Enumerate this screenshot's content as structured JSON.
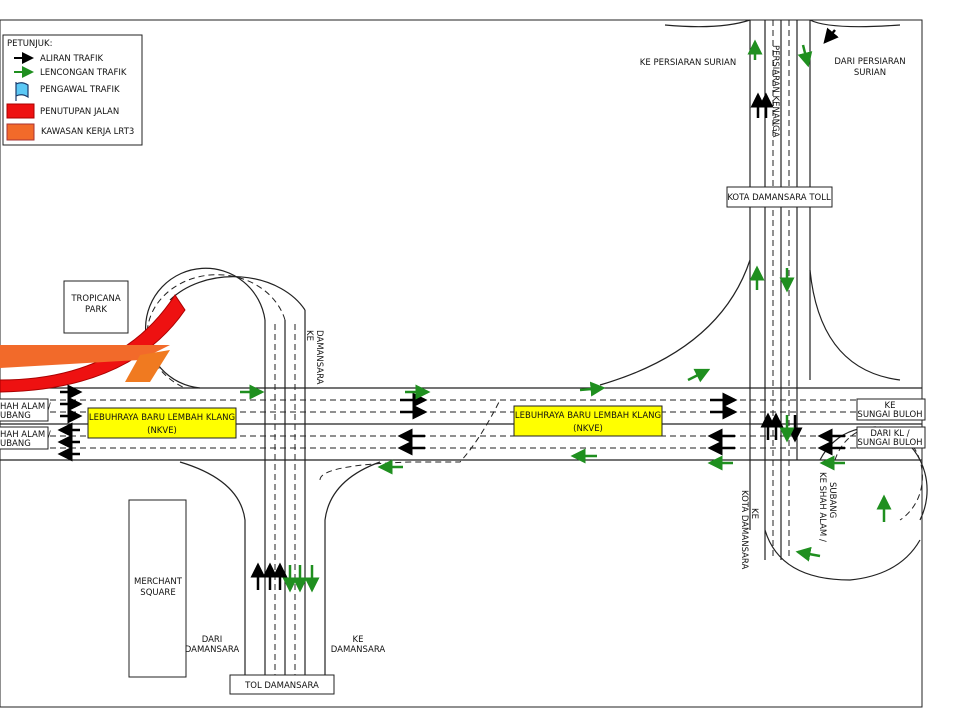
{
  "legend": {
    "title": "PETUNJUK:",
    "items": [
      {
        "label": "ALIRAN TRAFIK",
        "icon": "black-arrow",
        "color": "#000000"
      },
      {
        "label": "LENCONGAN TRAFIK",
        "icon": "green-arrow",
        "color": "#1f8f1f"
      },
      {
        "label": "PENGAWAL TRAFIK",
        "icon": "blue-flag",
        "color": "#5bc8f5"
      },
      {
        "label": "PENUTUPAN JALAN",
        "icon": "red-box",
        "color": "#ee1111"
      },
      {
        "label": "KAWASAN KERJA LRT3",
        "icon": "orange-box",
        "color": "#f26a2a"
      }
    ]
  },
  "landmarks": {
    "tropicana": [
      "TROPICANA",
      "PARK"
    ],
    "merchant": [
      "MERCHANT",
      "SQUARE"
    ]
  },
  "highway": {
    "left": [
      "LEBUHRAYA BARU LEMBAH KLANG",
      "(NKVE)"
    ],
    "right": [
      "LEBUHRAYA BARU LEMBAH KLANG",
      "(NKVE)"
    ],
    "highlight_color": "#ffff00"
  },
  "signs": {
    "west_top": [
      "HAH ALAM /",
      "UBANG"
    ],
    "west_bottom": [
      "HAH ALAM /",
      "UBANG"
    ],
    "east_top": [
      "KE",
      "SUNGAI BULOH"
    ],
    "east_bottom": [
      "DARI KL /",
      "SUNGAI BULOH"
    ],
    "tol_damansara": "TOL DAMANSARA",
    "kota_damansara_toll": "KOTA DAMANSARA TOLL"
  },
  "directions": {
    "ke_damansara_top": [
      "KE",
      "DAMANSARA"
    ],
    "dari_damansara": [
      "DARI",
      "DAMANSARA"
    ],
    "ke_damansara_bottom": [
      "KE",
      "DAMANSARA"
    ],
    "ke_persiaran_surian": "KE PERSIARAN SURIAN",
    "persiaran_kenanga": "PERSIARAN KENANGA",
    "dari_persiaran_surian": [
      "DARI PERSIARAN",
      "SURIAN"
    ],
    "ke_kota_damansara": [
      "KE",
      "KOTA DAMANSARA"
    ],
    "ke_shah_alam": [
      "KE SHAH ALAM /",
      "SUBANG"
    ]
  }
}
